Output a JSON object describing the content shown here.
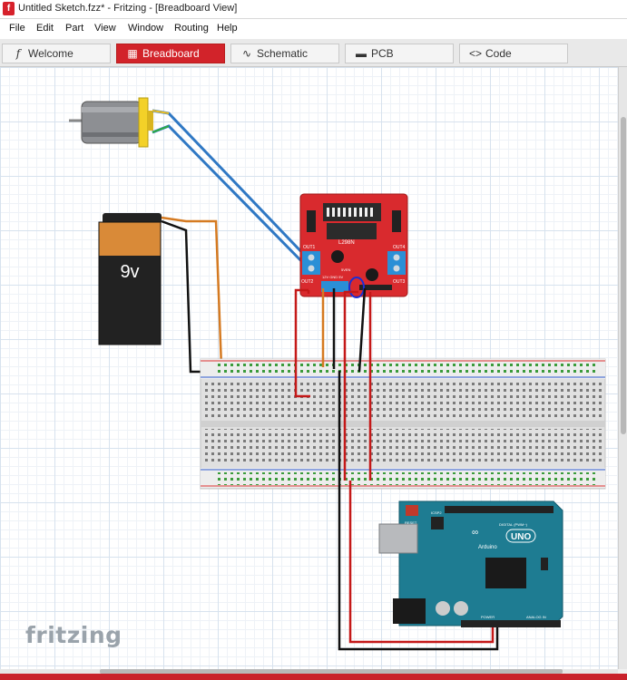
{
  "window": {
    "title": "Untitled Sketch.fzz* - Fritzing - [Breadboard View]"
  },
  "menu": {
    "items": [
      "File",
      "Edit",
      "Part",
      "View",
      "Window",
      "Routing",
      "Help"
    ]
  },
  "tabs": [
    {
      "label": "Welcome",
      "icon": "welcome-icon",
      "active": false
    },
    {
      "label": "Breadboard",
      "icon": "breadboard-icon",
      "active": true
    },
    {
      "label": "Schematic",
      "icon": "schematic-icon",
      "active": false
    },
    {
      "label": "PCB",
      "icon": "pcb-icon",
      "active": false
    },
    {
      "label": "Code",
      "icon": "code-icon",
      "active": false
    }
  ],
  "canvas": {
    "watermark": "fritzing",
    "battery_label": "9v",
    "driver_chip_label": "L298N",
    "driver_pins": {
      "out1": "OUT1",
      "out2": "OUT2",
      "out3": "OUT3",
      "out4": "OUT4",
      "power_header": "12V GND 5V",
      "enable": "5VEN"
    },
    "arduino": {
      "name": "UNO",
      "brand": "Arduino",
      "reset_label": "RESET",
      "digital_label": "DIGITAL (PWM~)",
      "power_label": "POWER",
      "analog_label": "ANALOG IN",
      "icsp_label": "ICSP2"
    }
  },
  "colors": {
    "accent": "#d2232a",
    "driver_board": "#d92a2e",
    "arduino_board": "#1e7c92",
    "wire_blue": "#2f78c4",
    "wire_red": "#c41818",
    "wire_orange": "#d57a21",
    "wire_black": "#111111"
  }
}
